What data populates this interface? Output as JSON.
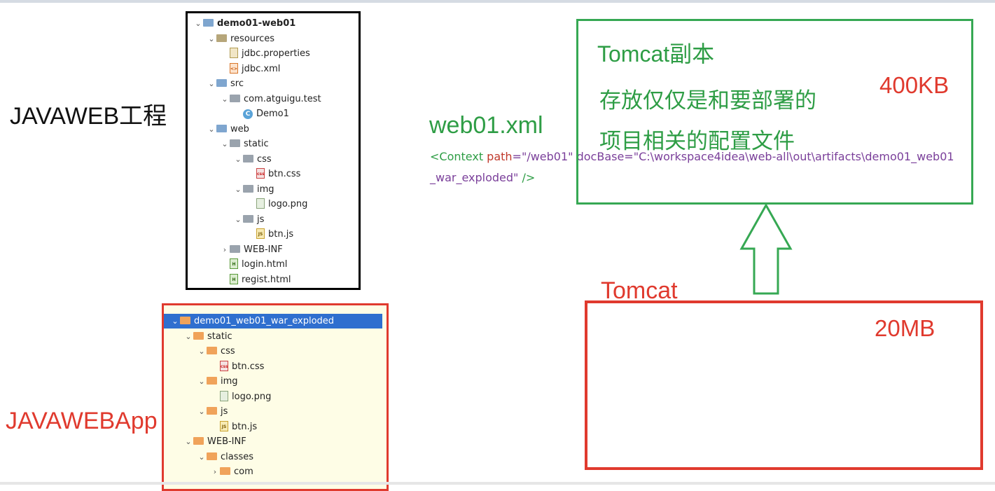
{
  "labels": {
    "project": "JAVAWEB工程",
    "app": "JAVAWEBApp"
  },
  "project_tree": [
    {
      "label": "demo01-web01",
      "depth": 0,
      "chevron": "open",
      "icon": "module",
      "bold": true
    },
    {
      "label": "resources",
      "depth": 1,
      "chevron": "open",
      "icon": "folder-res"
    },
    {
      "label": "jdbc.properties",
      "depth": 2,
      "chevron": "none",
      "icon": "file-props"
    },
    {
      "label": "jdbc.xml",
      "depth": 2,
      "chevron": "none",
      "icon": "file-xml"
    },
    {
      "label": "src",
      "depth": 1,
      "chevron": "open",
      "icon": "folder-blue"
    },
    {
      "label": "com.atguigu.test",
      "depth": 2,
      "chevron": "open",
      "icon": "package"
    },
    {
      "label": "Demo1",
      "depth": 3,
      "chevron": "none",
      "icon": "class"
    },
    {
      "label": "web",
      "depth": 1,
      "chevron": "open",
      "icon": "folder-web"
    },
    {
      "label": "static",
      "depth": 2,
      "chevron": "open",
      "icon": "folder"
    },
    {
      "label": "css",
      "depth": 3,
      "chevron": "open",
      "icon": "folder"
    },
    {
      "label": "btn.css",
      "depth": 4,
      "chevron": "none",
      "icon": "file-css"
    },
    {
      "label": "img",
      "depth": 3,
      "chevron": "open",
      "icon": "folder"
    },
    {
      "label": "logo.png",
      "depth": 4,
      "chevron": "none",
      "icon": "file-img"
    },
    {
      "label": "js",
      "depth": 3,
      "chevron": "open",
      "icon": "folder"
    },
    {
      "label": "btn.js",
      "depth": 4,
      "chevron": "none",
      "icon": "file-js"
    },
    {
      "label": "WEB-INF",
      "depth": 2,
      "chevron": "closed",
      "icon": "folder"
    },
    {
      "label": "login.html",
      "depth": 2,
      "chevron": "none",
      "icon": "file-html"
    },
    {
      "label": "regist.html",
      "depth": 2,
      "chevron": "none",
      "icon": "file-html"
    }
  ],
  "artifact_tree": [
    {
      "label": "demo01_web01_war_exploded",
      "depth": 0,
      "chevron": "open",
      "icon": "folder-orange",
      "selected": true
    },
    {
      "label": "static",
      "depth": 1,
      "chevron": "open",
      "icon": "folder-orange"
    },
    {
      "label": "css",
      "depth": 2,
      "chevron": "open",
      "icon": "folder-orange"
    },
    {
      "label": "btn.css",
      "depth": 3,
      "chevron": "none",
      "icon": "file-css"
    },
    {
      "label": "img",
      "depth": 2,
      "chevron": "open",
      "icon": "folder-orange"
    },
    {
      "label": "logo.png",
      "depth": 3,
      "chevron": "none",
      "icon": "file-img"
    },
    {
      "label": "js",
      "depth": 2,
      "chevron": "open",
      "icon": "folder-orange"
    },
    {
      "label": "btn.js",
      "depth": 3,
      "chevron": "none",
      "icon": "file-js"
    },
    {
      "label": "WEB-INF",
      "depth": 1,
      "chevron": "open",
      "icon": "folder-orange"
    },
    {
      "label": "classes",
      "depth": 2,
      "chevron": "open",
      "icon": "folder-orange"
    },
    {
      "label": "com",
      "depth": 3,
      "chevron": "closed",
      "icon": "folder-orange"
    }
  ],
  "xml": {
    "title": "web01.xml",
    "line1": [
      {
        "text": "<Context ",
        "style": "tag"
      },
      {
        "text": "path",
        "style": "attr"
      },
      {
        "text": "=\"/web01\" ",
        "style": "val"
      },
      {
        "text": "docBase",
        "style": "val"
      },
      {
        "text": "=\"C:\\workspace4idea\\web-all\\out\\artifacts\\demo01_web01",
        "style": "val"
      }
    ],
    "line2": [
      {
        "text": "_war_exploded\" ",
        "style": "val"
      },
      {
        "text": "/>",
        "style": "tag"
      }
    ]
  },
  "copy_box": {
    "title": "Tomcat副本",
    "desc_line1": "存放仅仅是和要部署的",
    "desc_line2": "项目相关的配置文件",
    "size": "400KB"
  },
  "tomcat_box": {
    "label": "Tomcat",
    "size": "20MB"
  },
  "colors": {
    "green": "#2e9d45",
    "red": "#e03a2e",
    "purple": "#7a3f9a",
    "selection": "#2f6fcf"
  }
}
